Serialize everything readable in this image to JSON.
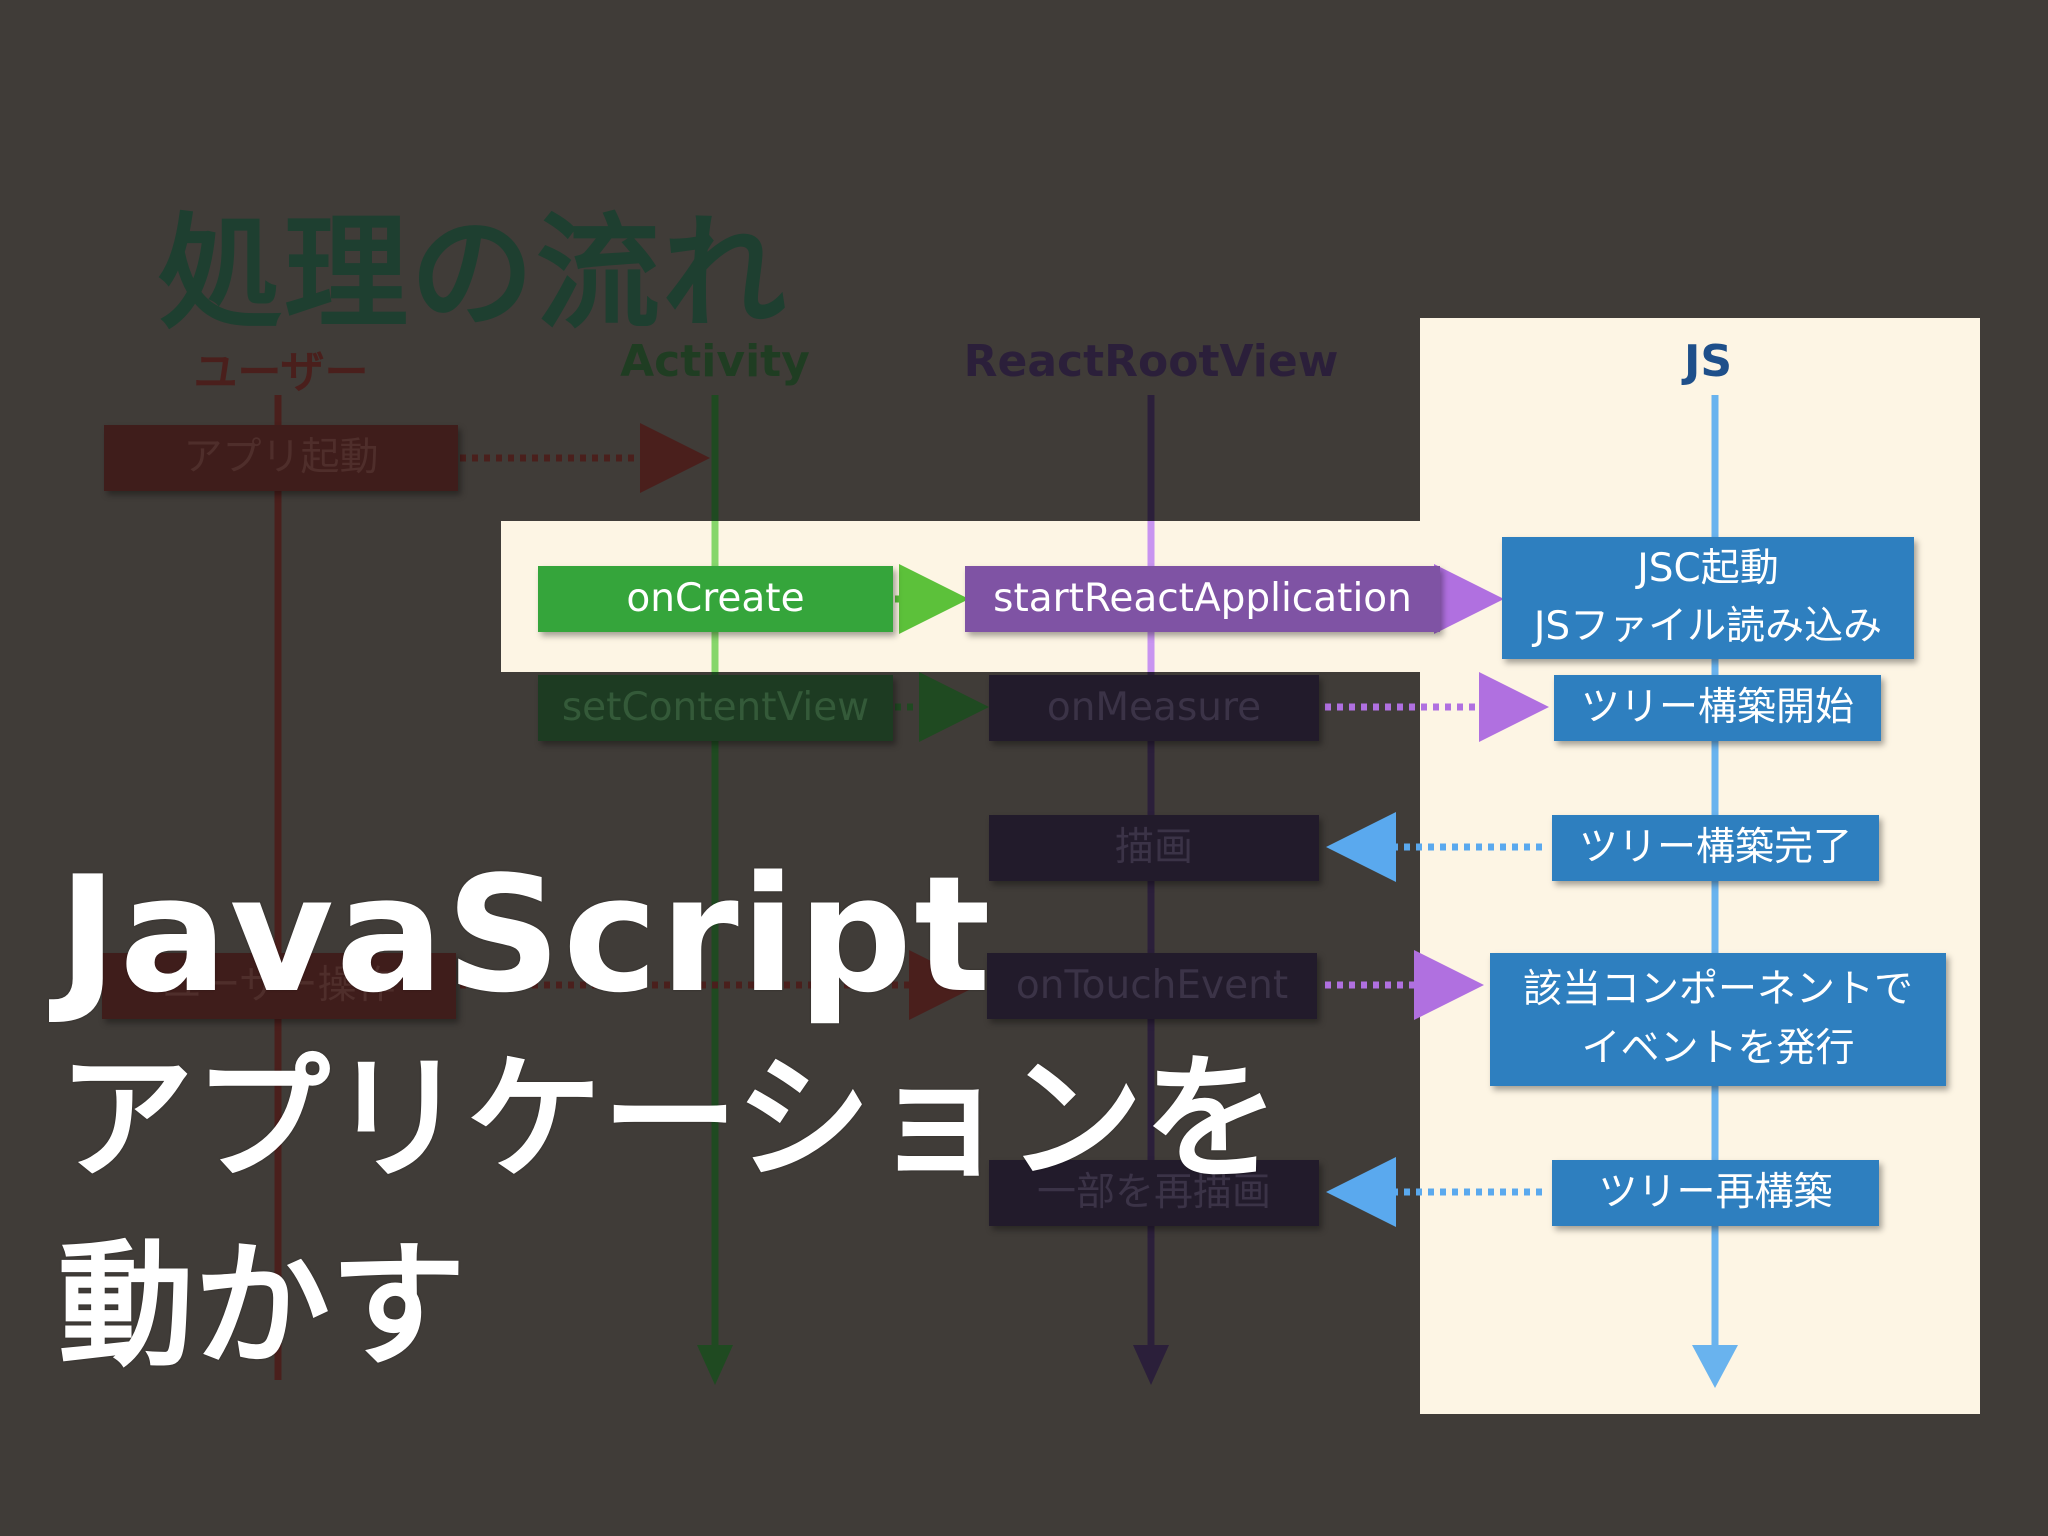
{
  "slide": {
    "title": "処理の流れ",
    "overlay_lines": [
      "JavaScript",
      "アプリケーションを",
      "動かす"
    ]
  },
  "columns": {
    "user": "ユーザー",
    "activity": "Activity",
    "root_view": "ReactRootView",
    "js": "JS"
  },
  "boxes": {
    "app_launch": "アプリ起動",
    "on_create": "onCreate",
    "start_react_application": "startReactApplication",
    "jsc_boot_line1": "JSC起動",
    "jsc_boot_line2": "JSファイル読み込み",
    "set_content_view": "setContentView",
    "on_measure": "onMeasure",
    "tree_build_start": "ツリー構築開始",
    "draw": "描画",
    "tree_build_done": "ツリー構築完了",
    "user_operation": "ユーザー操作",
    "on_touch_event": "onTouchEvent",
    "event_line1": "該当コンポーネントで",
    "event_line2": "イベントを発行",
    "partial_redraw": "一部を再描画",
    "tree_rebuild": "ツリー再構築"
  },
  "colors": {
    "background": "#403c38",
    "js_lane": "#fdf5e4",
    "green": "#35a53b",
    "purple": "#7f53a4",
    "blue": "#2e7fbf"
  }
}
